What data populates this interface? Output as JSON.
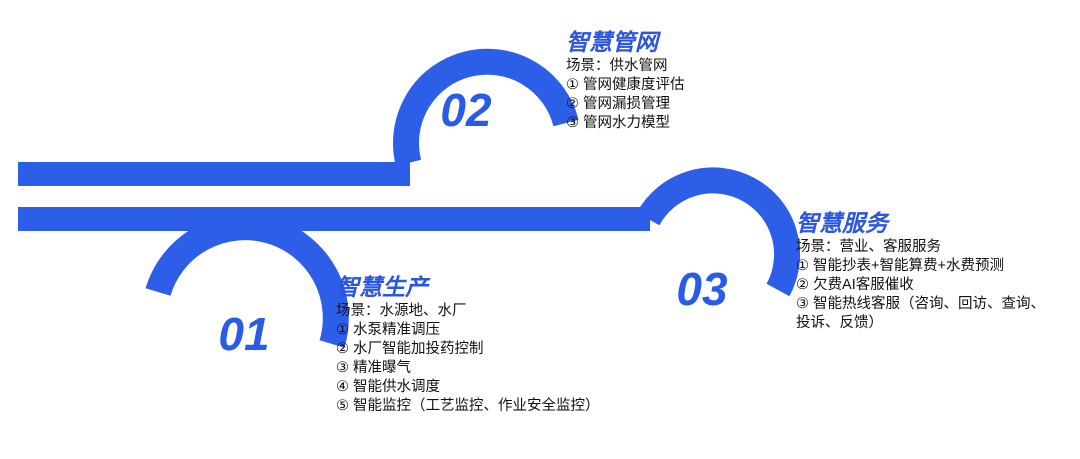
{
  "theme": {
    "accent": "#2c5ee8",
    "title_color": "#2a56e0",
    "number_color": "#2a5be6",
    "text_color": "#111111"
  },
  "stages": [
    {
      "number": "01",
      "title": "智慧生产",
      "scene": "场景：水源地、水厂",
      "items": [
        "① 水泵精准调压",
        "② 水厂智能加投药控制",
        "③ 精准曝气",
        "④ 智能供水调度",
        "⑤ 智能监控（工艺监控、作业安全监控）"
      ]
    },
    {
      "number": "02",
      "title": "智慧管网",
      "scene": "场景：供水管网",
      "items": [
        "① 管网健康度评估",
        "② 管网漏损管理",
        "③ 管网水力模型"
      ]
    },
    {
      "number": "03",
      "title": "智慧服务",
      "scene": "场景：营业、客服服务",
      "items": [
        "① 智能抄表+智能算费+水费预测",
        "② 欠费AI客服催收",
        "③ 智能热线客服（咨询、回访、查询、投诉、反馈）"
      ]
    }
  ]
}
